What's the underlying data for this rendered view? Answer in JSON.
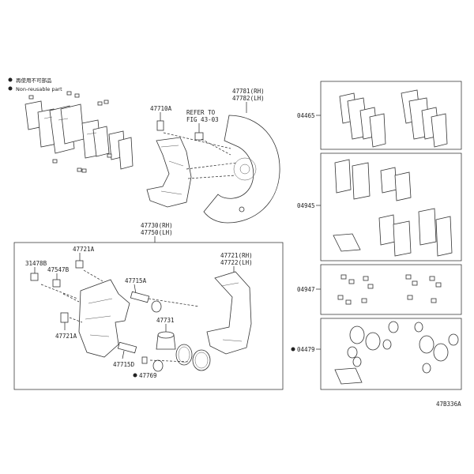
{
  "legend": {
    "item1": "再使用不可部品",
    "item2": "Non-reusable part"
  },
  "labels": {
    "p47710A": "47710A",
    "refer1": "REFER TO",
    "refer2": "FIG 43-03",
    "p47781": "47781(RH)",
    "p47782": "47782(LH)",
    "p47730": "47730(RH)",
    "p47750": "47750(LH)",
    "p47721A_top": "47721A",
    "p31478B": "31478B",
    "p47547B": "47547B",
    "p47715A": "47715A",
    "p47721": "47721(RH)",
    "p47722": "47722(LH)",
    "p47731": "47731",
    "p47721A_bot": "47721A",
    "p47715D": "47715D",
    "p47769": "47769",
    "kit04465": "04465",
    "kit04945": "04945",
    "kit04947": "04947",
    "kit04479": "04479",
    "figcode": "47B336A"
  },
  "colors": {
    "line": "#222222",
    "fill": "#ffffff"
  }
}
